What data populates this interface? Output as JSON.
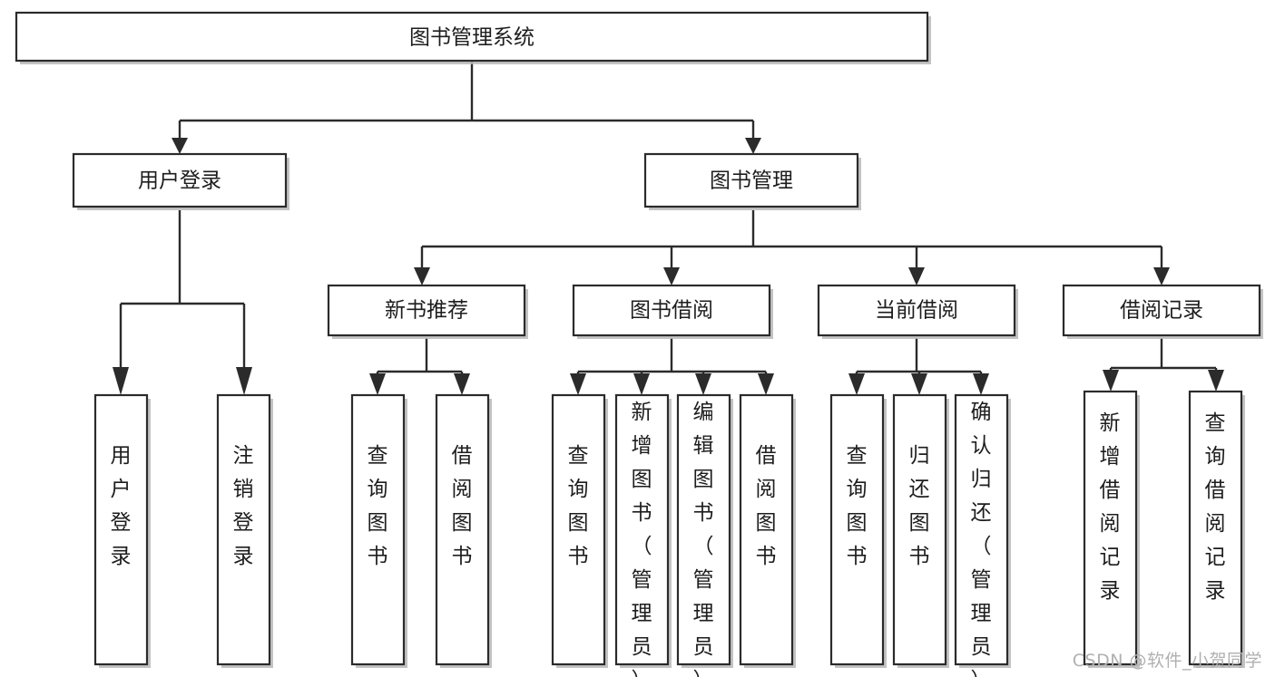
{
  "diagram": {
    "type": "tree-hierarchy-flowchart",
    "title": "图书管理系统",
    "watermark": "CSDN @软件_小贺同学",
    "colors": {
      "box_fill": "#ffffff",
      "box_stroke": "#2b2b2b",
      "connector": "#2b2b2b",
      "text": "#1d1d1d",
      "shadow": "#b9b9b9",
      "watermark": "#b0b0b0",
      "background": "#ffffff"
    },
    "levels": {
      "root": {
        "label": "图书管理系统",
        "orientation": "horizontal"
      },
      "level2": [
        {
          "id": "user-login",
          "label": "用户登录",
          "orientation": "horizontal"
        },
        {
          "id": "book-management",
          "label": "图书管理",
          "orientation": "horizontal"
        }
      ],
      "level3": [
        {
          "id": "new-book-recommend",
          "label": "新书推荐",
          "orientation": "horizontal",
          "parent": "book-management"
        },
        {
          "id": "book-borrow",
          "label": "图书借阅",
          "orientation": "horizontal",
          "parent": "book-management"
        },
        {
          "id": "current-borrow",
          "label": "当前借阅",
          "orientation": "horizontal",
          "parent": "book-management"
        },
        {
          "id": "borrow-record",
          "label": "借阅记录",
          "orientation": "horizontal",
          "parent": "book-management"
        }
      ],
      "leaves": [
        {
          "id": "leaf-user-login",
          "label": "用户登录",
          "orientation": "vertical",
          "parent": "user-login"
        },
        {
          "id": "leaf-logout",
          "label": "注销登录",
          "orientation": "vertical",
          "parent": "user-login"
        },
        {
          "id": "leaf-query-book-1",
          "label": "查询图书",
          "orientation": "vertical",
          "parent": "new-book-recommend"
        },
        {
          "id": "leaf-borrow-book-1",
          "label": "借阅图书",
          "orientation": "vertical",
          "parent": "new-book-recommend"
        },
        {
          "id": "leaf-query-book-2",
          "label": "查询图书",
          "orientation": "vertical",
          "parent": "book-borrow"
        },
        {
          "id": "leaf-add-book",
          "label": "新增图书（管理员）",
          "orientation": "vertical",
          "parent": "book-borrow"
        },
        {
          "id": "leaf-edit-book",
          "label": "编辑图书（管理员）",
          "orientation": "vertical",
          "parent": "book-borrow"
        },
        {
          "id": "leaf-borrow-book-2",
          "label": "借阅图书",
          "orientation": "vertical",
          "parent": "book-borrow"
        },
        {
          "id": "leaf-query-book-3",
          "label": "查询图书",
          "orientation": "vertical",
          "parent": "current-borrow"
        },
        {
          "id": "leaf-return-book",
          "label": "归还图书",
          "orientation": "vertical",
          "parent": "current-borrow"
        },
        {
          "id": "leaf-confirm-return",
          "label": "确认归还（管理员）",
          "orientation": "vertical",
          "parent": "current-borrow"
        },
        {
          "id": "leaf-add-record",
          "label": "新增借阅记录",
          "orientation": "vertical",
          "parent": "borrow-record"
        },
        {
          "id": "leaf-query-record",
          "label": "查询借阅记录",
          "orientation": "vertical",
          "parent": "borrow-record"
        }
      ]
    }
  }
}
